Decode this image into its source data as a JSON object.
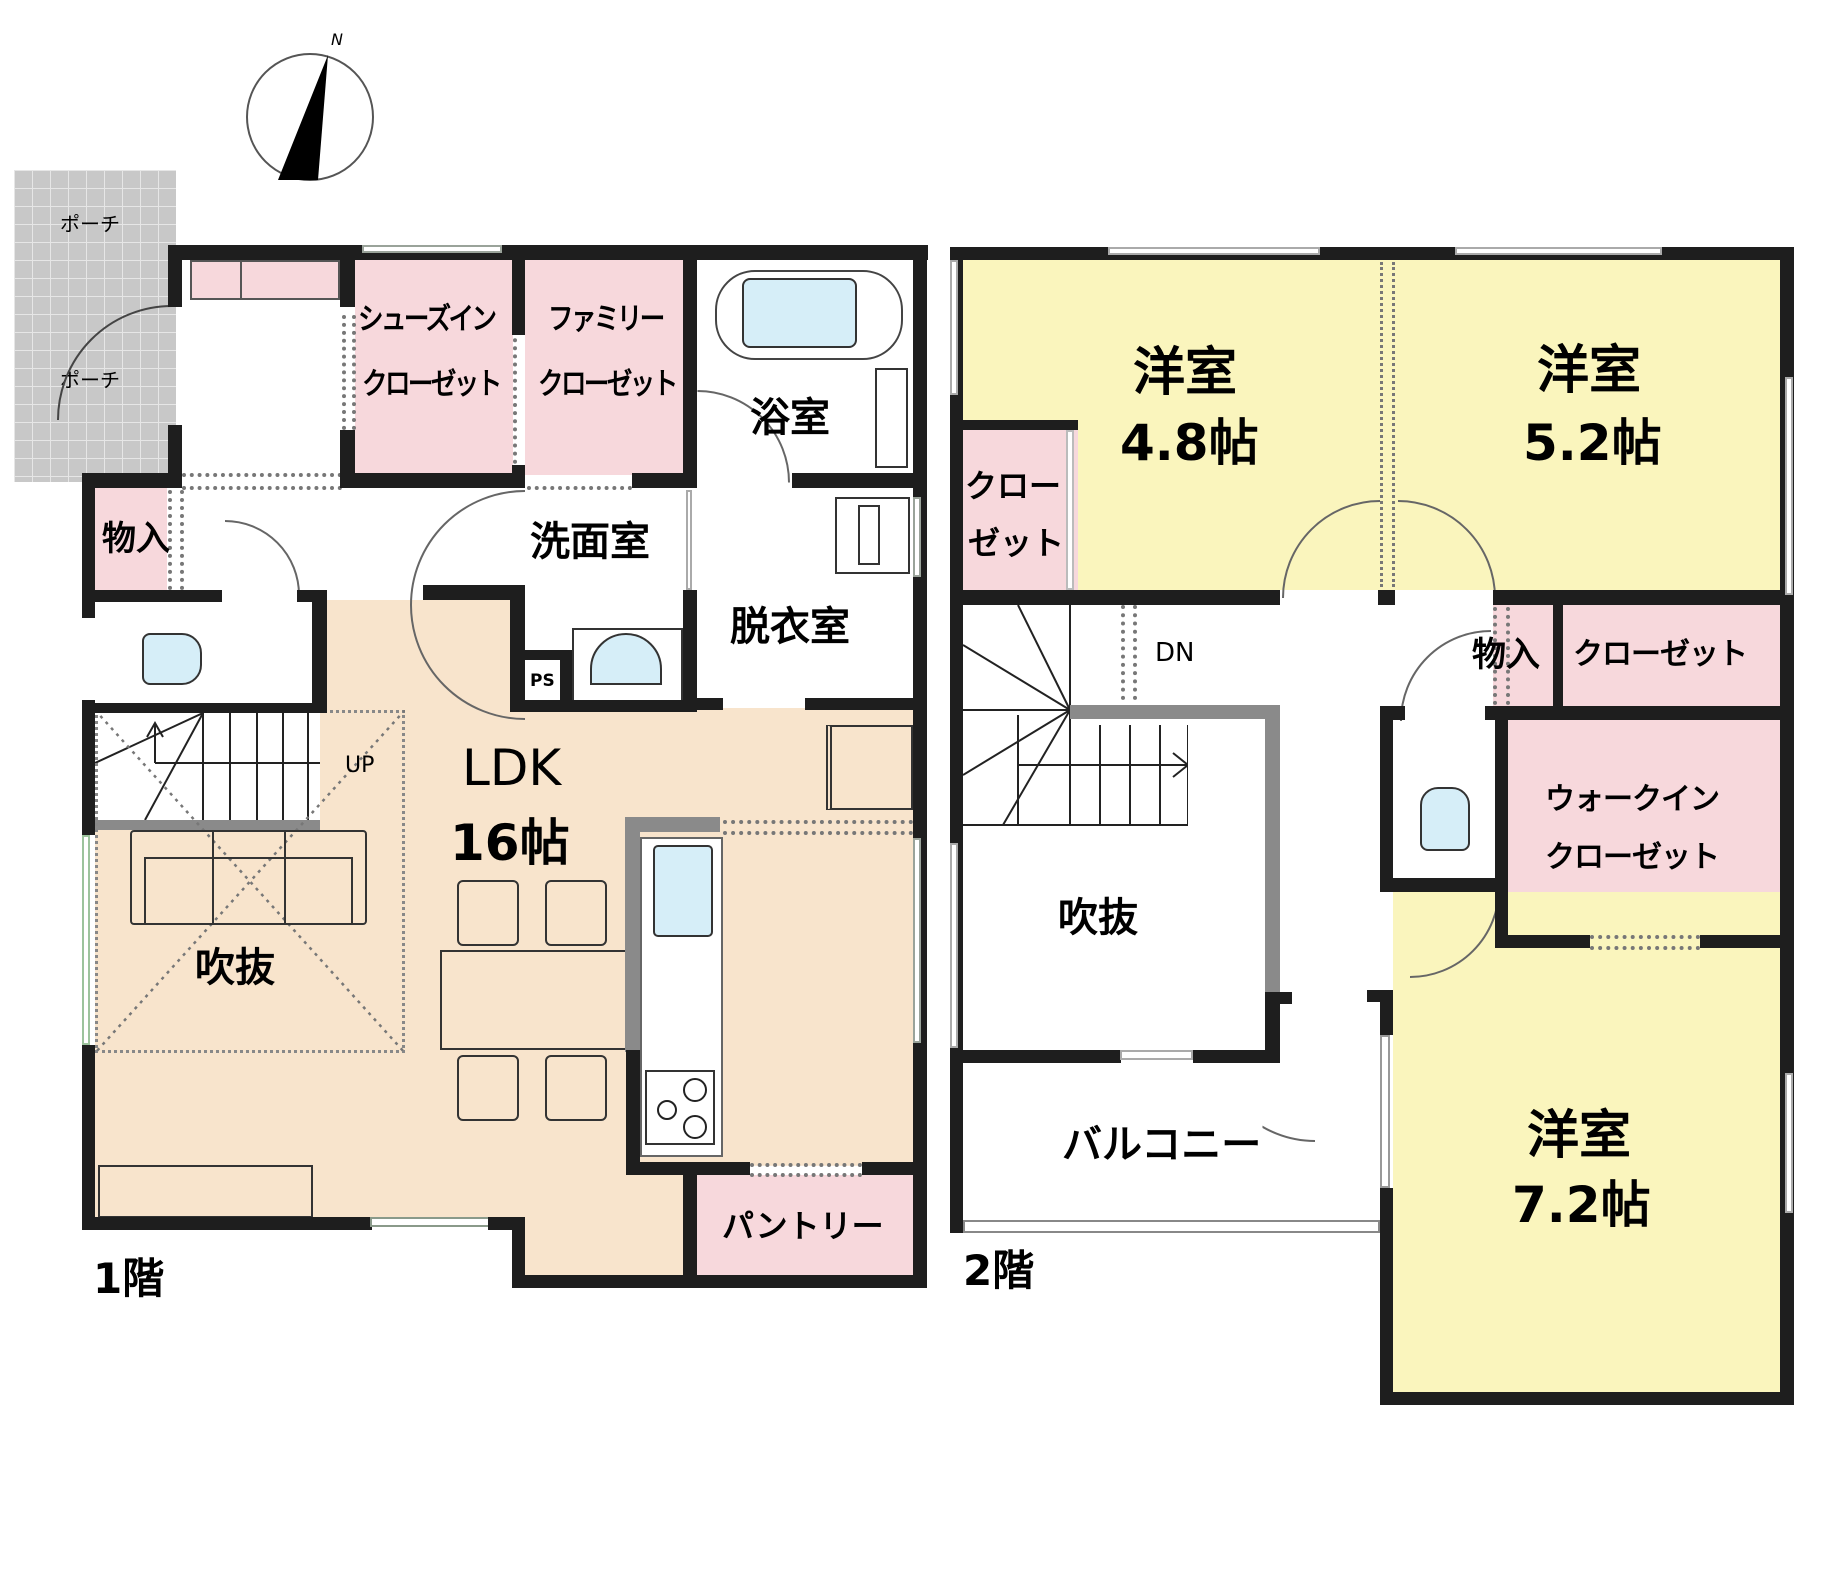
{
  "compass": {
    "north_label": "N"
  },
  "floor1": {
    "title": "1階",
    "porch_label_top": "ポーチ",
    "porch_label_bottom": "ポーチ",
    "shoes_closet": [
      "シューズイン",
      "クローゼット"
    ],
    "family_closet": [
      "ファミリー",
      "クローゼット"
    ],
    "bathroom": "浴室",
    "storage": "物入",
    "washroom": "洗面室",
    "dressing_room": "脱衣室",
    "ps": "PS",
    "ldk": "LDK",
    "ldk_size": "16帖",
    "up": "UP",
    "void": "吹抜",
    "pantry": "パントリー"
  },
  "floor2": {
    "title": "2階",
    "room_a": {
      "name": "洋室",
      "size": "4.8帖"
    },
    "room_b": {
      "name": "洋室",
      "size": "5.2帖"
    },
    "room_c": {
      "name": "洋室",
      "size": "7.2帖"
    },
    "closet_small": [
      "クロー",
      "ゼット"
    ],
    "dn": "DN",
    "storage": "物入",
    "closet": "クローゼット",
    "walk_in_closet": [
      "ウォークイン",
      "クローゼット"
    ],
    "void": "吹抜",
    "balcony": "バルコニー"
  },
  "colors": {
    "storage_pink": "#f7d8dc",
    "bedroom_yellow": "#faf5bd",
    "ldk_peach": "#f8e4cc",
    "wall": "#1e1e1e",
    "porch_grey": "#c8c8c8",
    "fixture_blue": "#d6eef8"
  }
}
